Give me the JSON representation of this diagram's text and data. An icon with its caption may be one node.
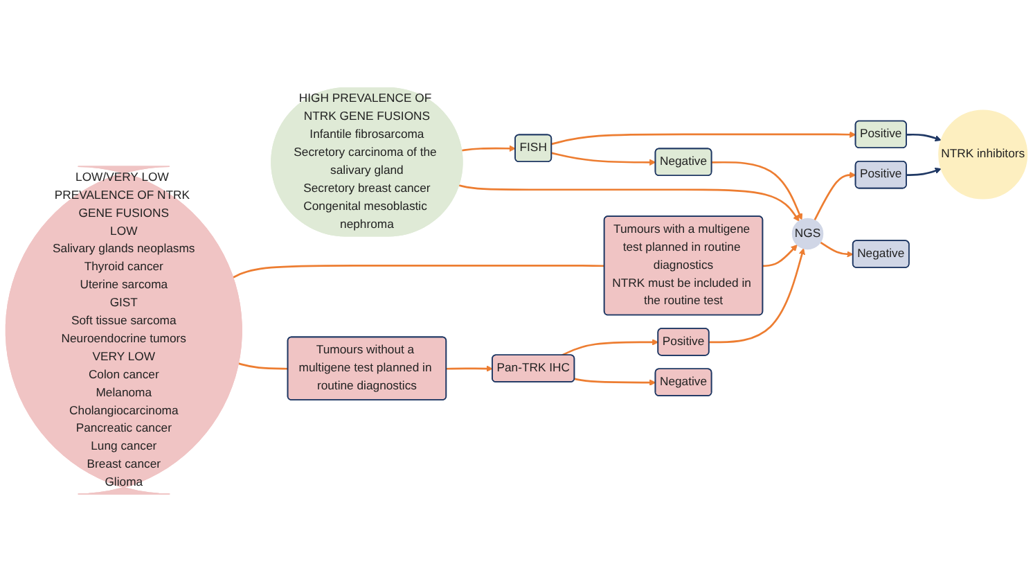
{
  "diagram": {
    "nodes": [
      {
        "text": [
          "HIGH PREVALENCE OF NTRK GENE FUSIONS",
          "Infantile fibrosarcoma",
          "Secretory carcinoma of the salivary gland",
          "Secretory breast cancer",
          "Congenital mesoblastic nephroma"
        ]
      },
      {
        "text": [
          "FISH"
        ]
      },
      {
        "text": [
          "Positive"
        ]
      },
      {
        "text": [
          "Negative"
        ]
      },
      {
        "text": [
          "NTRK inhibitors"
        ]
      },
      {
        "text": [
          "NGS"
        ]
      },
      {
        "text": [
          "Positive"
        ]
      },
      {
        "text": [
          "Negative"
        ]
      },
      {
        "text": [
          "LOW/VERY LOW PREVALENCE OF NTRK GENE FUSIONS",
          "LOW",
          "Salivary glands neoplasms",
          "Thyroid cancer",
          "Uterine sarcoma",
          "GIST",
          "Soft tissue sarcoma",
          "Neuroendocrine tumors",
          "VERY LOW",
          "Colon cancer",
          "Melanoma",
          "Cholangiocarcinoma",
          "Pancreatic cancer",
          "Lung cancer",
          "Breast cancer",
          "Glioma"
        ]
      },
      {
        "text": [
          "Tumours with a multigene test planned in routine diagnostics",
          "NTRK must be included in the routine test"
        ]
      },
      {
        "text": [
          "Tumours without a multigene test planned in routine diagnostics"
        ]
      },
      {
        "text": [
          "Pan-TRK IHC"
        ]
      },
      {
        "text": [
          "Positive"
        ]
      },
      {
        "text": [
          "Negative"
        ]
      }
    ],
    "edges": [
      {
        "from": 0,
        "to": 1,
        "arrow": "to"
      },
      {
        "from": 1,
        "to": 2,
        "arrow": "to"
      },
      {
        "from": 1,
        "to": 3,
        "arrow": "to"
      },
      {
        "from": 2,
        "to": 4,
        "arrow": "to",
        "color": "#1f3864"
      },
      {
        "from": 3,
        "to": 5,
        "arrow": "to"
      },
      {
        "from": 0,
        "to": 5,
        "arrow": "to"
      },
      {
        "from": 5,
        "to": 6,
        "arrow": "to"
      },
      {
        "from": 5,
        "to": 7,
        "arrow": "to"
      },
      {
        "from": 6,
        "to": 4,
        "arrow": "to",
        "color": "#1f3864"
      },
      {
        "from": 8,
        "to": 9,
        "arrow": "none"
      },
      {
        "from": 8,
        "to": 10,
        "arrow": "none"
      },
      {
        "from": 9,
        "to": 5,
        "arrow": "to"
      },
      {
        "from": 10,
        "to": 11,
        "arrow": "to"
      },
      {
        "from": 11,
        "to": 12,
        "arrow": "to"
      },
      {
        "from": 11,
        "to": 13,
        "arrow": "to"
      },
      {
        "from": 12,
        "to": 5,
        "arrow": "to"
      }
    ]
  }
}
